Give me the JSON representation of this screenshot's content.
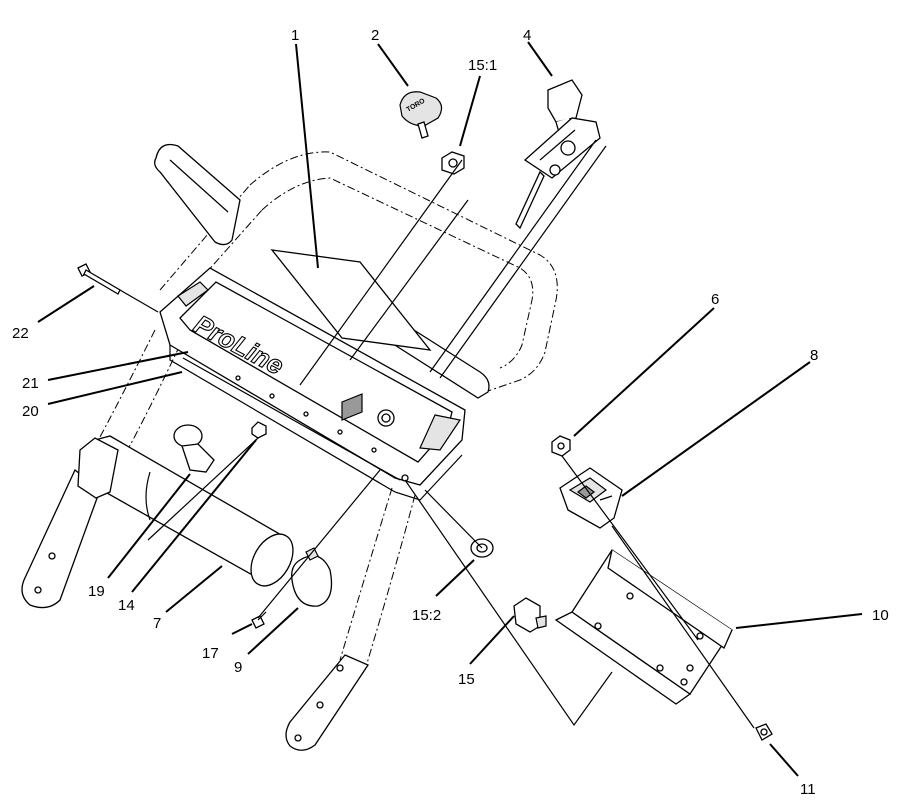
{
  "diagram": {
    "brand_text": "ProLine",
    "key_text": "TORO",
    "callouts": {
      "c1": "1",
      "c2": "2",
      "c15_1": "15:1",
      "c4": "4",
      "c22": "22",
      "c21": "21",
      "c20": "20",
      "c6": "6",
      "c8": "8",
      "c19": "19",
      "c14": "14",
      "c7": "7",
      "c17": "17",
      "c9": "9",
      "c15_2": "15:2",
      "c15": "15",
      "c10": "10",
      "c11": "11"
    }
  }
}
